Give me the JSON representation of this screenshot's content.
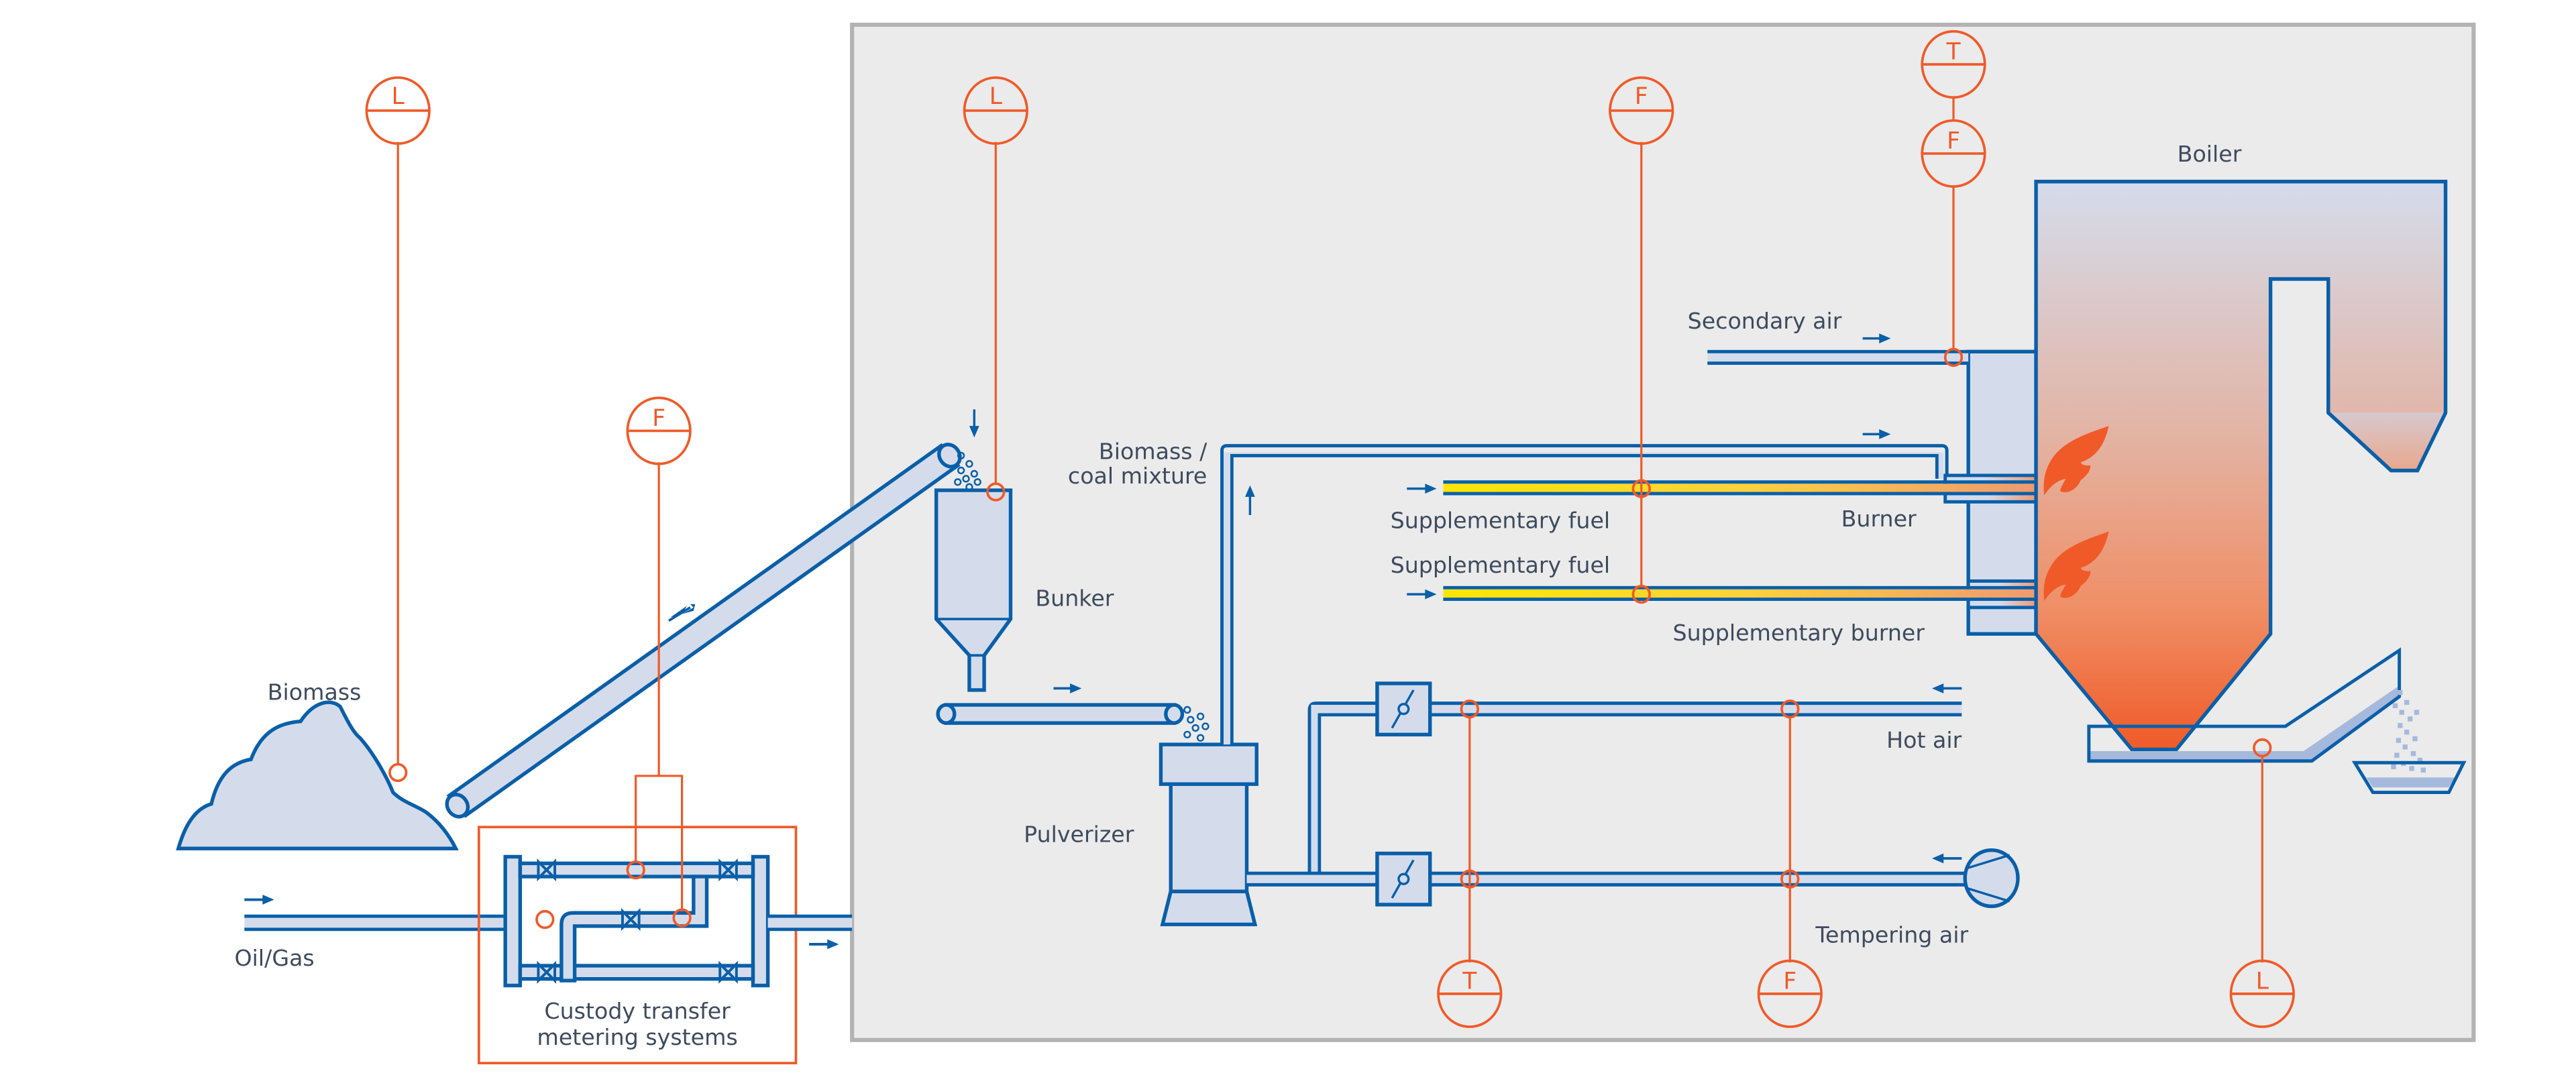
{
  "colors": {
    "process_blue": "#0a5fa8",
    "equipment_fill": "#d4dcec",
    "instrument_orange": "#f05a28",
    "plant_area_bg": "#ebebeb",
    "plant_area_border": "#b3b3b3",
    "fuel_yellow": "#ffe600",
    "label_text": "#3e4b5e",
    "ash_fill": "#a5b9dd"
  },
  "labels": {
    "biomass": "Biomass",
    "oil_gas": "Oil/Gas",
    "custody_line1": "Custody transfer",
    "custody_line2": "metering systems",
    "bunker": "Bunker",
    "pulverizer": "Pulverizer",
    "mixture_line1": "Biomass /",
    "mixture_line2": "coal mixture",
    "secondary_air": "Secondary air",
    "supp_fuel_1": "Supplementary fuel",
    "supp_fuel_2": "Supplementary fuel",
    "burner": "Burner",
    "supp_burner": "Supplementary burner",
    "hot_air": "Hot air",
    "tempering_air": "Tempering air",
    "boiler": "Boiler"
  },
  "instruments": [
    {
      "id": "biomass-level",
      "letter": "L",
      "type": "level"
    },
    {
      "id": "oilgas-flow",
      "letter": "F",
      "type": "flow"
    },
    {
      "id": "bunker-level",
      "letter": "L",
      "type": "level"
    },
    {
      "id": "supp-fuel-flow",
      "letter": "F",
      "type": "flow"
    },
    {
      "id": "secondary-air-temp",
      "letter": "T",
      "type": "temperature"
    },
    {
      "id": "secondary-air-flow",
      "letter": "F",
      "type": "flow"
    },
    {
      "id": "air-temp",
      "letter": "T",
      "type": "temperature"
    },
    {
      "id": "air-flow",
      "letter": "F",
      "type": "flow"
    },
    {
      "id": "ash-level",
      "letter": "L",
      "type": "level"
    }
  ]
}
